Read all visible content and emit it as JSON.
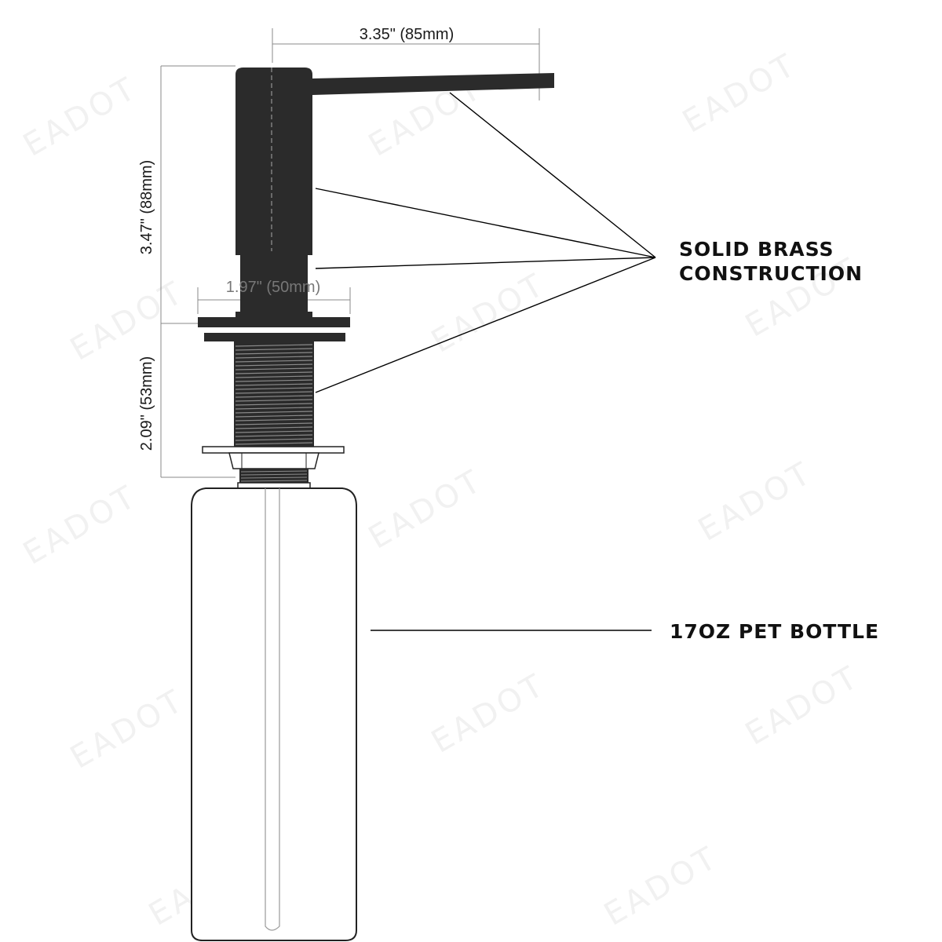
{
  "watermark": "EADOT",
  "dimensions": {
    "spout_length": "3.35\" (85mm)",
    "pump_height": "3.47\" (88mm)",
    "flange_diameter": "1.97\" (50mm)",
    "shank_length": "2.09\" (53mm)"
  },
  "callouts": {
    "brass_line1": "SOLID BRASS",
    "brass_line2": "CONSTRUCTION",
    "bottle": "17OZ PET BOTTLE"
  },
  "colors": {
    "pump_body": "#2b2b2b",
    "line": "#000000",
    "dimension_line": "#888888",
    "watermark": "#f1f1f1"
  }
}
